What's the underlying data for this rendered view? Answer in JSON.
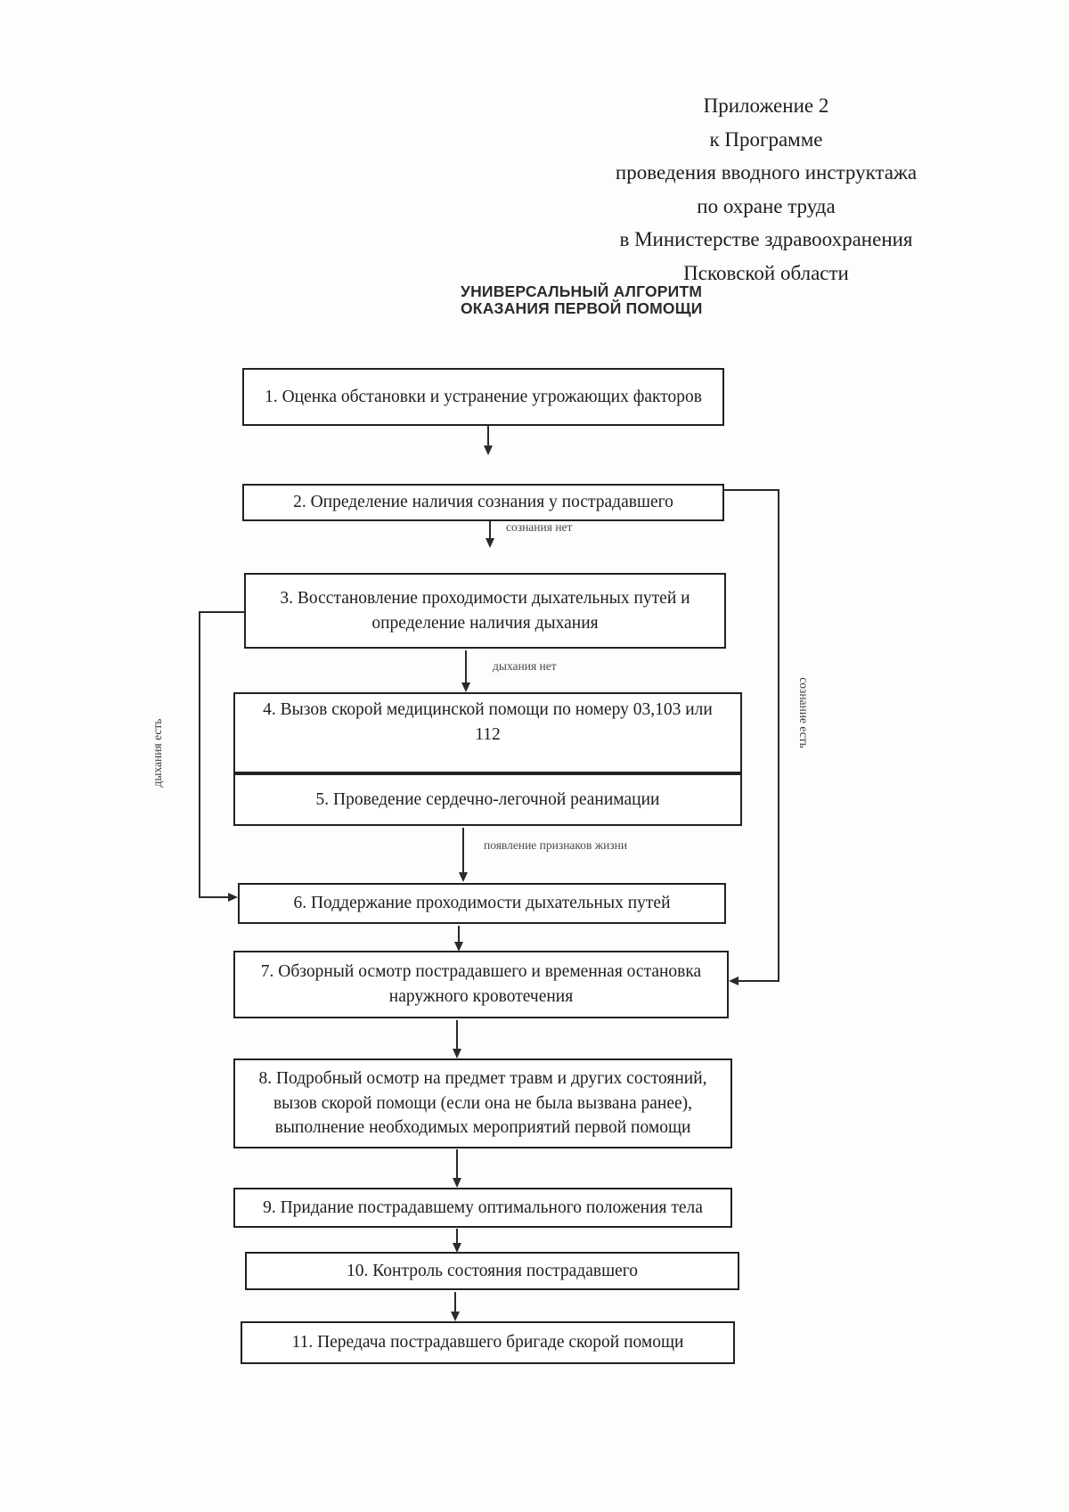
{
  "header": {
    "lines": [
      "Приложение 2",
      "к Программе",
      "проведения вводного инструктажа",
      "по охране труда",
      "в Министерстве здравоохранения",
      "Псковской области"
    ]
  },
  "title": {
    "line1": "УНИВЕРСАЛЬНЫЙ АЛГОРИТМ",
    "line2": "ОКАЗАНИЯ ПЕРВОЙ ПОМОЩИ"
  },
  "flowchart": {
    "boxes": [
      {
        "step": "1",
        "label": "1. Оценка обстановки и устранение угрожающих факторов"
      },
      {
        "step": "2",
        "label": "2. Определение наличия сознания у пострадавшего"
      },
      {
        "step": "3",
        "label": "3. Восстановление проходимости дыхательных путей и\nопределение наличия дыхания"
      },
      {
        "step": "4",
        "label": "4. Вызов скорой медицинской помощи по номеру 03,103 или\n112"
      },
      {
        "step": "5",
        "label": "5. Проведение сердечно-легочной реанимации"
      },
      {
        "step": "6",
        "label": "6. Поддержание проходимости дыхательных путей"
      },
      {
        "step": "7",
        "label": "7. Обзорный осмотр пострадавшего и временная остановка\nнаружного кровотечения"
      },
      {
        "step": "8",
        "label": "8. Подробный осмотр на предмет травм и других состояний,\nвызов скорой помощи (если она не была вызвана ранее),\nвыполнение необходимых мероприятий первой помощи"
      },
      {
        "step": "9",
        "label": "9. Придание пострадавшему оптимального положения тела"
      },
      {
        "step": "10",
        "label": "10. Контроль состояния пострадавшего"
      },
      {
        "step": "11",
        "label": "11. Передача пострадавшего бригаде скорой помощи"
      }
    ],
    "edge_labels": {
      "consciousness_absent": "сознания нет",
      "breathing_absent": "дыхания нет",
      "signs_of_life": "появление признаков жизни",
      "breathing_present": "дыхания есть",
      "consciousness_present": "сознание есть"
    },
    "colors": {
      "line": "#2a2a2a",
      "box_border": "#212121",
      "text": "#1d1d1d",
      "edge_label_text": "#4a4a4a"
    }
  }
}
